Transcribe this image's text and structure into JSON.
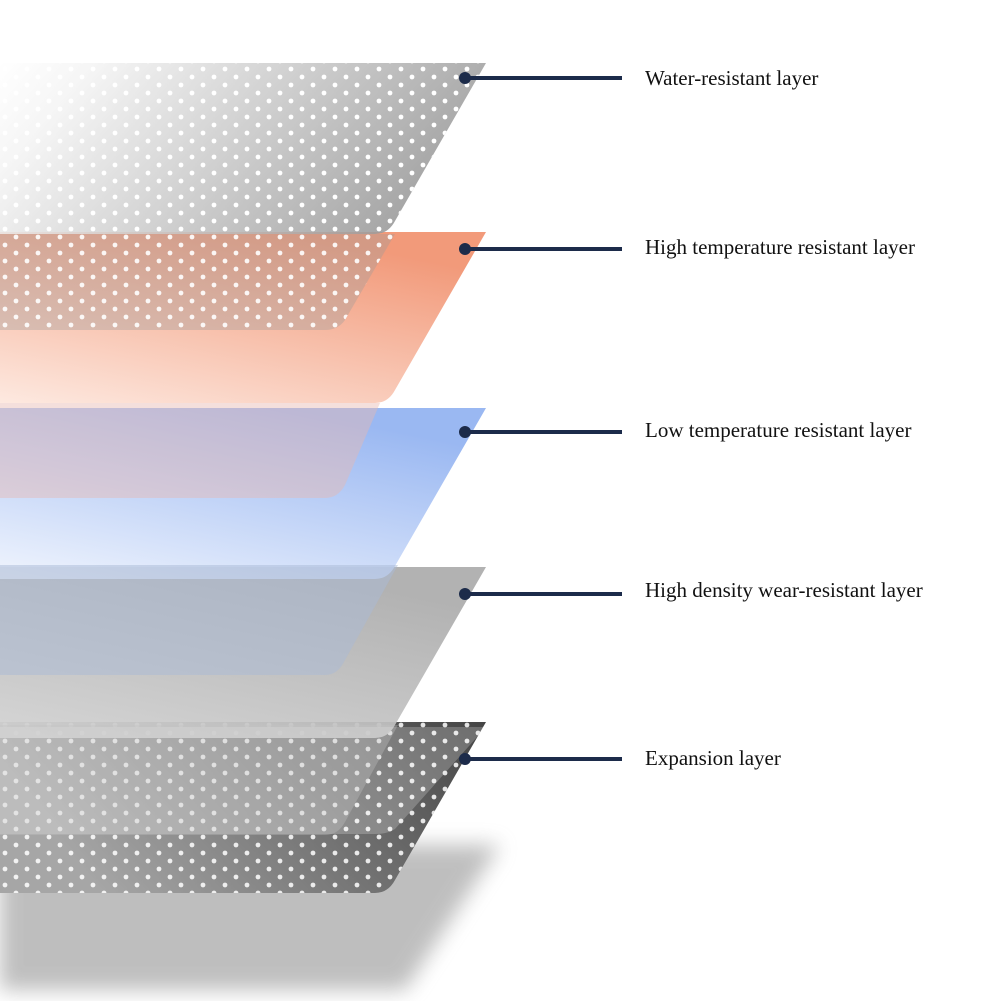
{
  "layers": [
    {
      "label": "Water-resistant layer",
      "pattern": "dots",
      "color_light": "#ffffff",
      "color_dark": "#9a9a9a"
    },
    {
      "label": "High temperature resistant layer",
      "pattern": "solid",
      "color_light": "#fde6dc",
      "color_dark": "#f08c68"
    },
    {
      "label": "Low temperature resistant layer",
      "pattern": "solid",
      "color_light": "#e6eefc",
      "color_dark": "#8caef0"
    },
    {
      "label": "High density wear-resistant layer",
      "pattern": "solid",
      "color_light": "#c8c8c8",
      "color_dark": "#b0b0b0"
    },
    {
      "label": "Expansion layer",
      "pattern": "dots",
      "color_light": "#a8a8a8",
      "color_dark": "#4a4a4a"
    }
  ],
  "colors": {
    "leader_line": "#1c2b4a",
    "background": "#ffffff"
  }
}
